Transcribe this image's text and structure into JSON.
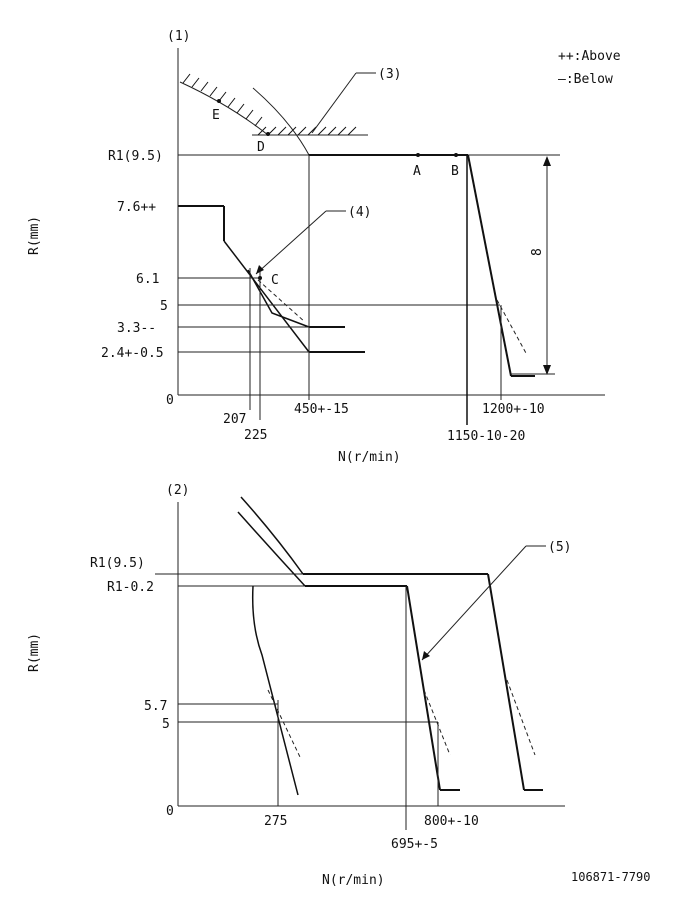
{
  "legend": {
    "above": "++:Above",
    "below": "—:Below"
  },
  "top_chart": {
    "fig_label": "(1)",
    "y_axis": "R(mm)",
    "x_axis": "N(r/min)",
    "origin": "0",
    "y_ticks": [
      "R1(9.5)",
      "7.6++",
      "6.1",
      "5",
      "3.3--",
      "2.4+-0.5"
    ],
    "x_ticks": [
      "207",
      "225",
      "450+-15",
      "1150-10-20",
      "1200+-10"
    ],
    "callouts": [
      "(3)",
      "(4)"
    ],
    "points": [
      "E",
      "D",
      "A",
      "B",
      "C"
    ],
    "dim_label": "8"
  },
  "bottom_chart": {
    "fig_label": "(2)",
    "y_axis": "R(mm)",
    "x_axis": "N(r/min)",
    "origin": "0",
    "y_ticks": [
      "R1(9.5)",
      "R1-0.2",
      "5.7",
      "5"
    ],
    "x_ticks": [
      "275",
      "695+-5",
      "800+-10"
    ],
    "callouts": [
      "(5)"
    ]
  },
  "drawing_number": "106871-7790"
}
